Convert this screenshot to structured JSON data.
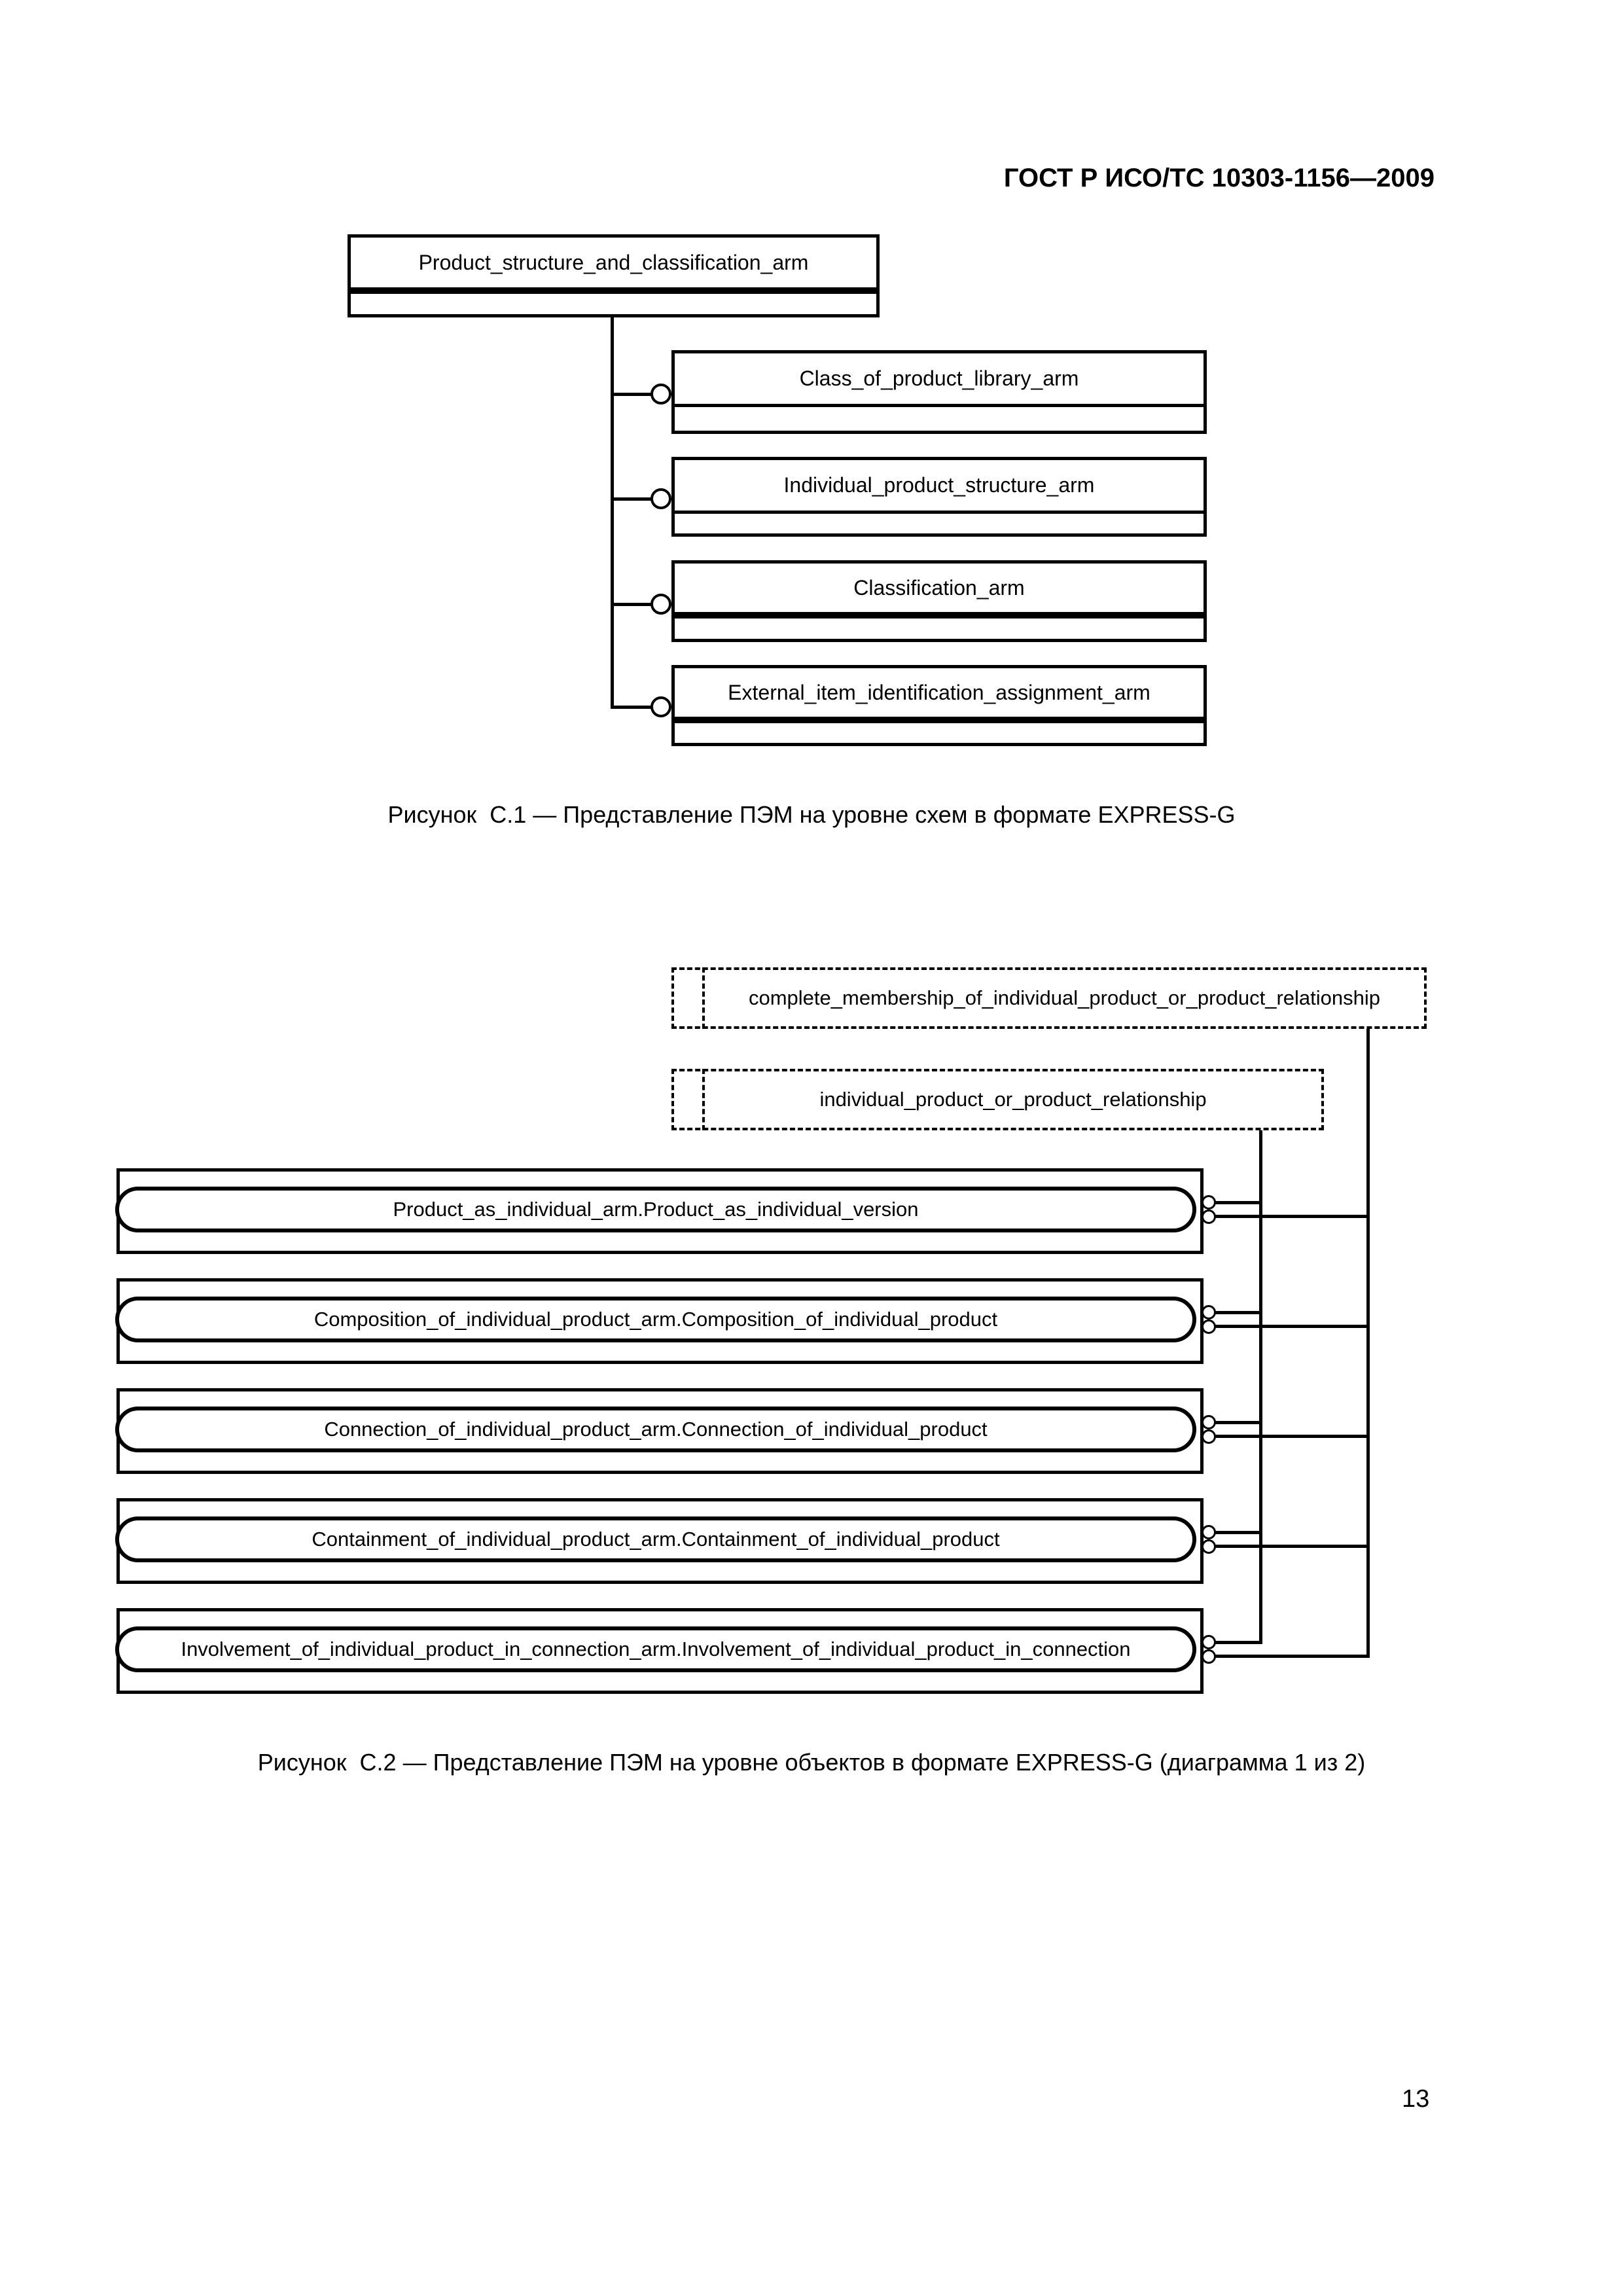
{
  "page": {
    "header_title": "ГОСТ Р ИСО/ТС 10303-1156—2009",
    "page_number": "13",
    "colors": {
      "ink": "#000000",
      "paper": "#ffffff"
    }
  },
  "figure_c1": {
    "caption": "Рисунок  С.1 — Представление ПЭМ на уровне схем в формате EXPRESS-G",
    "root_schema": "Product_structure_and_classification_arm",
    "child_schemas": [
      "Class_of_product_library_arm",
      "Individual_product_structure_arm",
      "Classification_arm",
      "External_item_identification_assignment_arm"
    ]
  },
  "figure_c2": {
    "caption": "Рисунок  С.2 — Представление ПЭМ на уровне объектов в формате EXPRESS-G (диаграмма 1 из 2)",
    "select_types": [
      "complete_membership_of_individual_product_or_product_relationship",
      "individual_product_or_product_relationship"
    ],
    "entities": [
      "Product_as_individual_arm.Product_as_individual_version",
      "Composition_of_individual_product_arm.Composition_of_individual_product",
      "Connection_of_individual_product_arm.Connection_of_individual_product",
      "Containment_of_individual_product_arm.Containment_of_individual_product",
      "Involvement_of_individual_product_in_connection_arm.Involvement_of_individual_product_in_connection"
    ]
  }
}
